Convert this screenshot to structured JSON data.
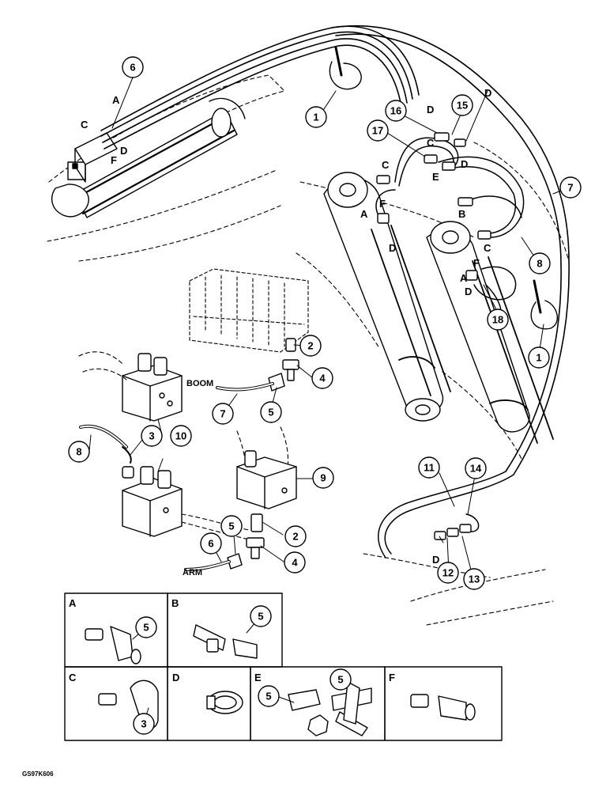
{
  "labels": {
    "boom": "BOOM",
    "arm": "ARM",
    "doc_id": "GS97K606"
  },
  "letters": {
    "A": "A",
    "B": "B",
    "C": "C",
    "D": "D",
    "E": "E",
    "F": "F"
  },
  "callouts": {
    "n1": "1",
    "n2": "2",
    "n3": "3",
    "n4": "4",
    "n5": "5",
    "n6": "6",
    "n7": "7",
    "n8": "8",
    "n9": "9",
    "n10": "10",
    "n11": "11",
    "n12": "12",
    "n13": "13",
    "n14": "14",
    "n15": "15",
    "n16": "16",
    "n17": "17",
    "n18": "18"
  },
  "detail_panels": [
    {
      "letter": "A",
      "callouts": [
        "5"
      ]
    },
    {
      "letter": "B",
      "callouts": [
        "5"
      ]
    },
    {
      "letter": "C",
      "callouts": [
        "3"
      ]
    },
    {
      "letter": "D",
      "callouts": []
    },
    {
      "letter": "E",
      "callouts": [
        "5",
        "5"
      ]
    },
    {
      "letter": "F",
      "callouts": []
    }
  ]
}
